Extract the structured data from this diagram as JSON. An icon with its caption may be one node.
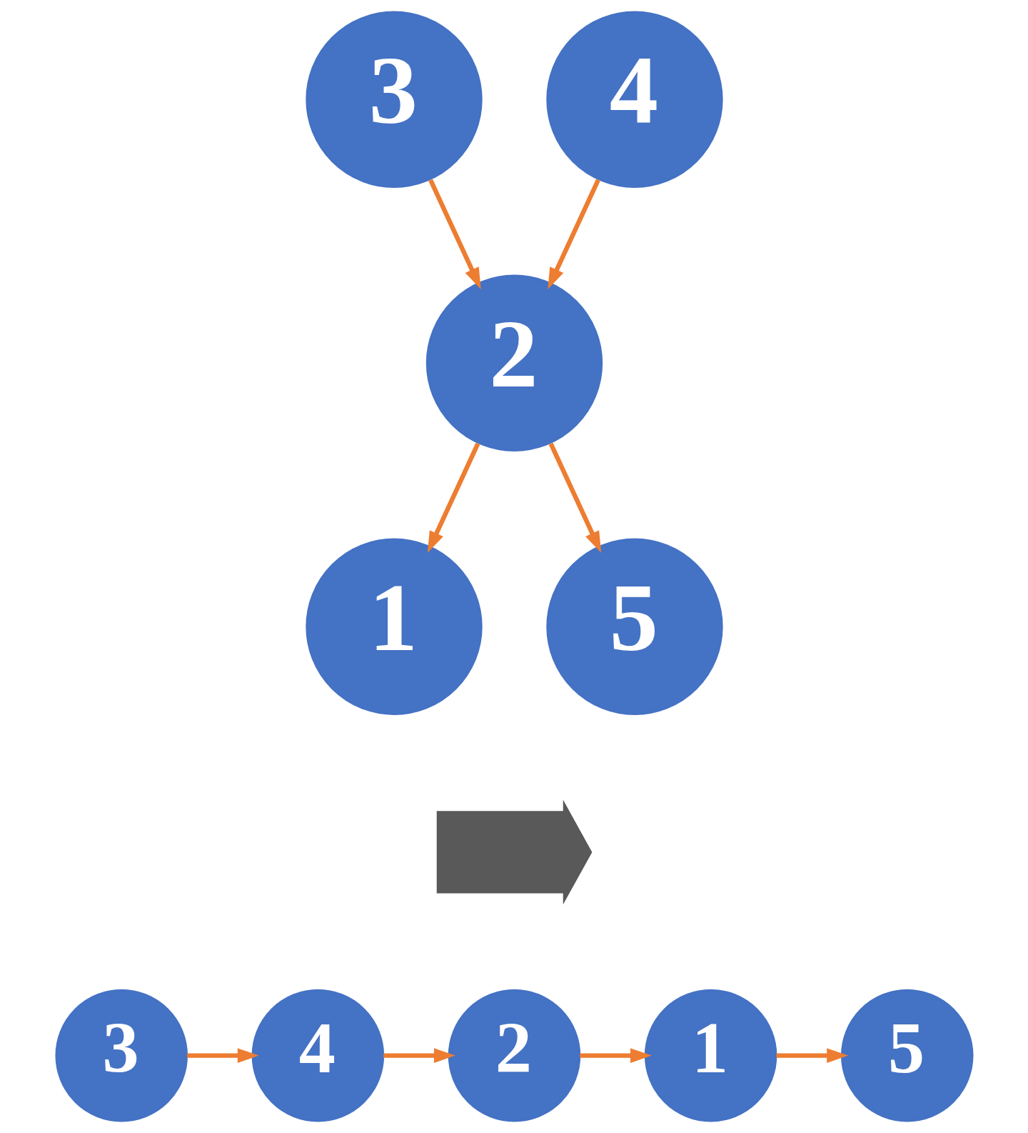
{
  "diagram": {
    "nodes": [
      {
        "text": [
          "3"
        ]
      },
      {
        "text": [
          "2"
        ]
      },
      {
        "text": [
          "1"
        ]
      },
      {
        "text": [
          "4"
        ]
      },
      {
        "text": [
          "5"
        ]
      },
      {
        "text": [],
        "shape": "arrow"
      },
      {
        "text": [
          "3"
        ]
      },
      {
        "text": [
          "4"
        ]
      },
      {
        "text": [
          "2"
        ]
      },
      {
        "text": [
          "1"
        ]
      },
      {
        "text": [
          "5"
        ]
      }
    ],
    "edges": [
      {
        "from": 0,
        "to": 1,
        "arrow": "to"
      },
      {
        "from": 1,
        "to": 2,
        "arrow": "to"
      },
      {
        "from": 3,
        "to": 1,
        "arrow": "to"
      },
      {
        "from": 1,
        "to": 4,
        "arrow": "to"
      },
      {
        "from": 6,
        "to": 7,
        "arrow": "to"
      },
      {
        "from": 7,
        "to": 8,
        "arrow": "to"
      },
      {
        "from": 8,
        "to": 9,
        "arrow": "to"
      },
      {
        "from": 9,
        "to": 10,
        "arrow": "to"
      }
    ]
  }
}
